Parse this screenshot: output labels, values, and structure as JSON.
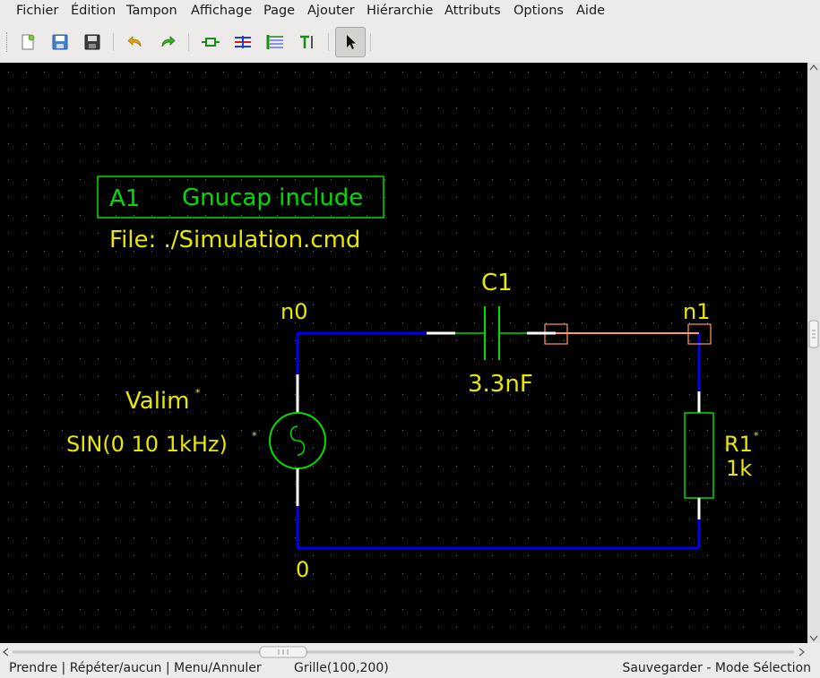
{
  "menu": [
    "Fichier",
    "Édition",
    "Tampon",
    "Affichage",
    "Page",
    "Ajouter",
    "Hiérarchie",
    "Attributs",
    "Options",
    "Aide"
  ],
  "toolbar": {
    "new": "new-file-icon",
    "open": "open-file-icon",
    "save": "save-icon",
    "undo": "undo-icon",
    "redo": "redo-icon",
    "component": "add-component-icon",
    "net": "add-net-icon",
    "bus": "add-bus-icon",
    "text": "add-text-icon",
    "select": "select-arrow-icon"
  },
  "schematic": {
    "include_box_refdes": "A1",
    "include_box_title": "Gnucap include",
    "include_file": "File: ./Simulation.cmd",
    "cap_refdes": "C1",
    "cap_value": "3.3nF",
    "net_n0": "n0",
    "net_n1": "n1",
    "net_0": "0",
    "source_name": "Valim",
    "source_value": "SIN(0 10 1kHz)",
    "attr_mark": "*",
    "res_refdes": "R1",
    "res_value": "1k"
  },
  "colors": {
    "net": "#0000ee",
    "component": "#00dd00",
    "attribute_text": "#e8e800",
    "selected": "#ff9966",
    "pin_end": "#ffffff"
  },
  "status": {
    "left": "Prendre | Répéter/aucun | Menu/Annuler",
    "grid": "Grille(100,200)",
    "right": "Sauvegarder - Mode Sélection"
  }
}
